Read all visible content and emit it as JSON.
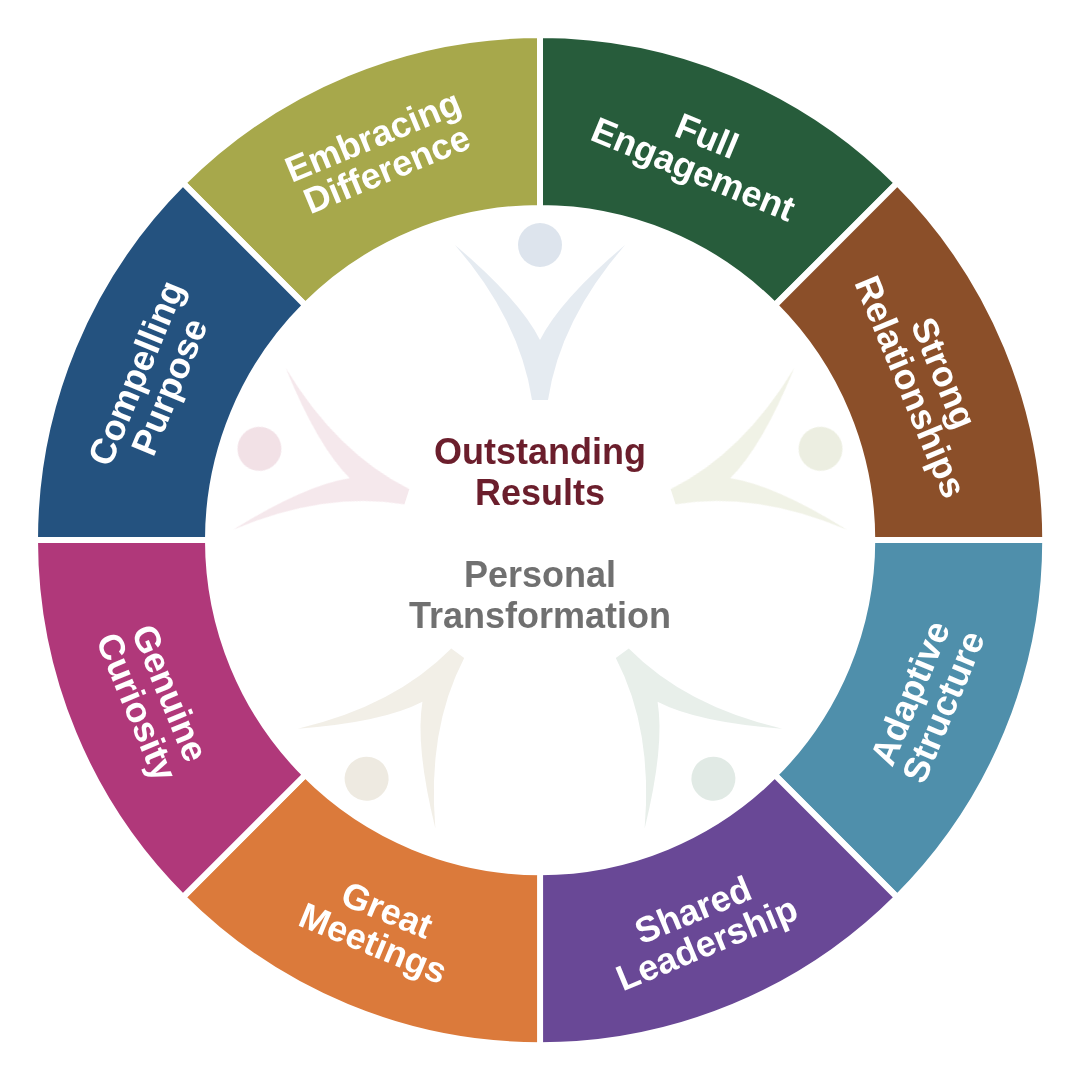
{
  "diagram": {
    "nodes": [
      {
        "text": [
          "Embracing Difference"
        ]
      },
      {
        "text": [
          "Full Engagement"
        ]
      },
      {
        "text": [
          "Strong Relationships"
        ]
      },
      {
        "text": [
          "Adaptive Structure"
        ]
      },
      {
        "text": [
          "Shared Leadership"
        ]
      },
      {
        "text": [
          "Great Meetings"
        ]
      },
      {
        "text": [
          "Genuine Curiosity"
        ]
      },
      {
        "text": [
          "Compelling Purpose"
        ]
      }
    ],
    "labels": [
      "Outstanding Results",
      "Personal Transformation"
    ]
  }
}
